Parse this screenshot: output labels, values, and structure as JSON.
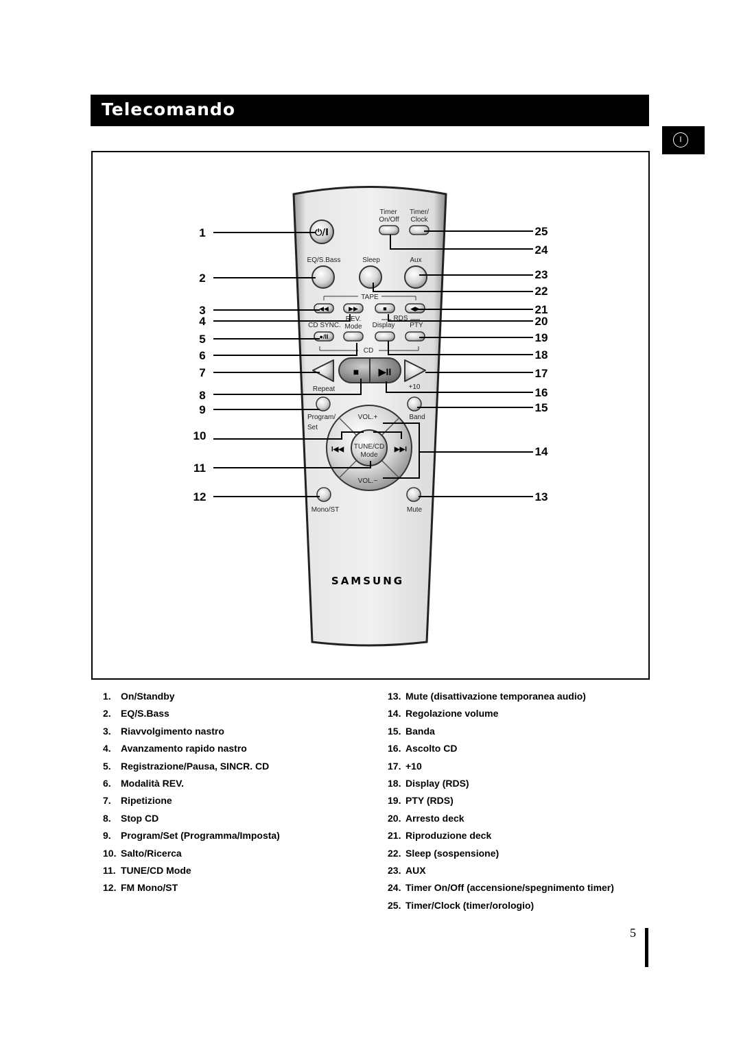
{
  "page": {
    "title": "Telecomando",
    "lang_badge": "I",
    "page_number": "5"
  },
  "remote": {
    "brand": "SAMSUNG",
    "labels": {
      "timer_on_off_1": "Timer",
      "timer_on_off_2": "On/Off",
      "timer_clock_1": "Timer/",
      "timer_clock_2": "Clock",
      "power": "⏻/I",
      "eq_sbass": "EQ/S.Bass",
      "sleep": "Sleep",
      "aux": "Aux",
      "tape": "TAPE",
      "rev_mode_1": "REV.",
      "rev_mode_2": "Mode",
      "rds": "RDS",
      "cd_sync": "CD SYNC.",
      "display": "Display",
      "pty": "PTY",
      "cd": "CD",
      "repeat": "Repeat",
      "plus10": "+10",
      "program_set_1": "Program/",
      "program_set_2": "Set",
      "vol_up": "VOL.+",
      "band": "Band",
      "tune_cd_1": "TUNE/CD",
      "tune_cd_2": "Mode",
      "vol_down": "VOL.−",
      "mono_st": "Mono/ST",
      "mute": "Mute"
    },
    "callouts_left": [
      "1",
      "2",
      "3",
      "4",
      "5",
      "6",
      "7",
      "8",
      "9",
      "10",
      "11",
      "12"
    ],
    "callouts_right": [
      "25",
      "24",
      "23",
      "22",
      "21",
      "20",
      "19",
      "18",
      "17",
      "16",
      "15",
      "14",
      "13"
    ]
  },
  "legend": {
    "left": [
      {
        "num": "1.",
        "text": "On/Standby"
      },
      {
        "num": "2.",
        "text": "EQ/S.Bass"
      },
      {
        "num": "3.",
        "text": "Riavvolgimento nastro"
      },
      {
        "num": "4.",
        "text": "Avanzamento rapido nastro"
      },
      {
        "num": "5.",
        "text": "Registrazione/Pausa, SINCR. CD"
      },
      {
        "num": "6.",
        "text": "Modalità REV."
      },
      {
        "num": "7.",
        "text": "Ripetizione"
      },
      {
        "num": "8.",
        "text": "Stop CD"
      },
      {
        "num": "9.",
        "text": "Program/Set (Programma/Imposta)"
      },
      {
        "num": "10.",
        "text": "Salto/Ricerca"
      },
      {
        "num": "11.",
        "text": "TUNE/CD Mode"
      },
      {
        "num": "12.",
        "text": "FM Mono/ST"
      }
    ],
    "right": [
      {
        "num": "13.",
        "text": "Mute (disattivazione temporanea audio)"
      },
      {
        "num": "14.",
        "text": "Regolazione volume"
      },
      {
        "num": "15.",
        "text": "Banda"
      },
      {
        "num": "16.",
        "text": "Ascolto CD"
      },
      {
        "num": "17.",
        "text": "+10"
      },
      {
        "num": "18.",
        "text": "Display (RDS)"
      },
      {
        "num": "19.",
        "text": "PTY (RDS)"
      },
      {
        "num": "20.",
        "text": "Arresto deck"
      },
      {
        "num": "21.",
        "text": "Riproduzione deck"
      },
      {
        "num": "22.",
        "text": "Sleep (sospensione)"
      },
      {
        "num": "23.",
        "text": "AUX"
      },
      {
        "num": "24.",
        "text": "Timer On/Off (accensione/spegnimento timer)"
      },
      {
        "num": "25.",
        "text": "Timer/Clock (timer/orologio)"
      }
    ]
  }
}
